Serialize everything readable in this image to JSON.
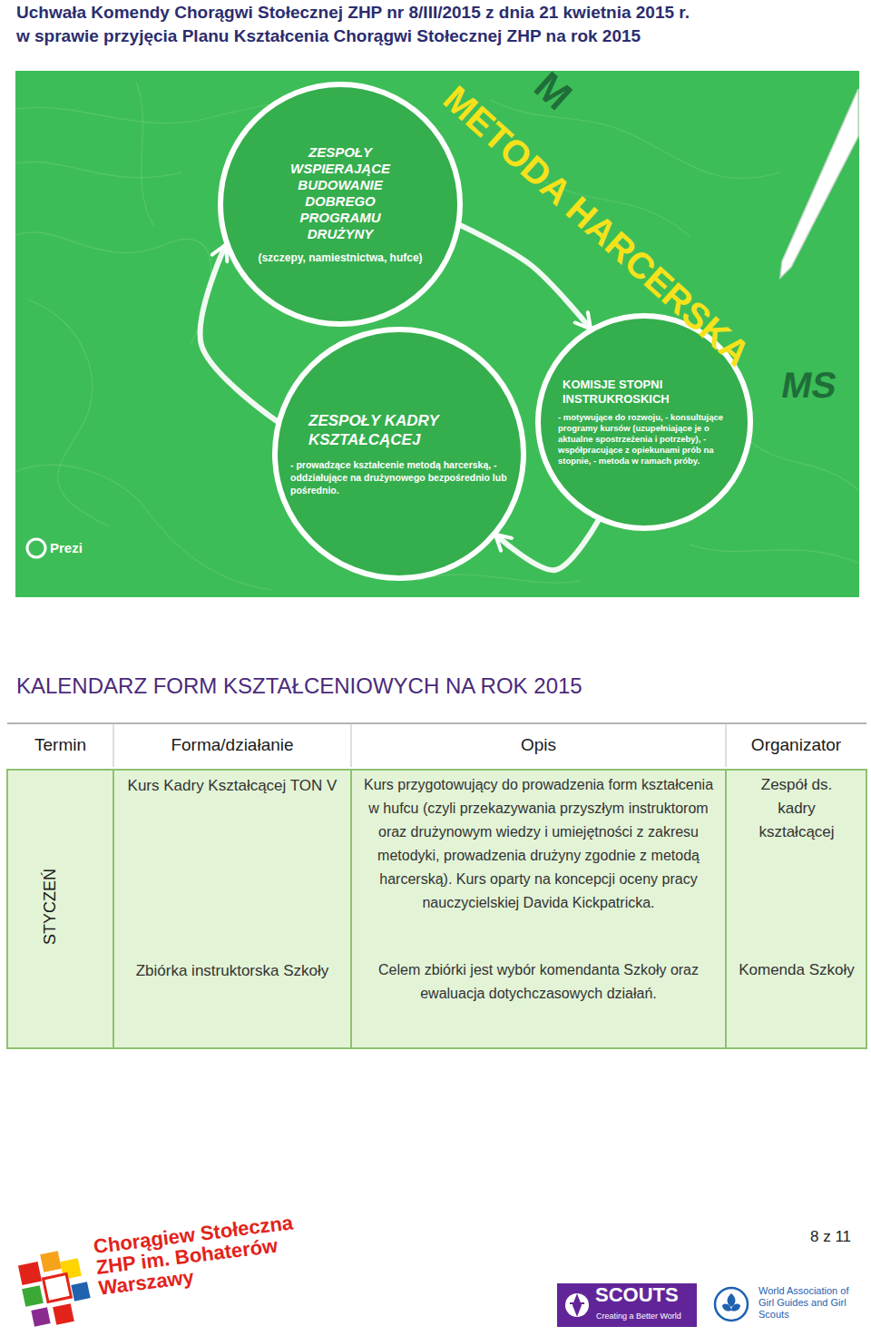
{
  "diagram": {
    "title": "KALENDARZ FORM KSZTAŁCENIOWYCH NA ROK 2015",
    "nodes": [
      {
        "text": [
          "ZESPOŁY WSPIERAJĄCE BUDOWANIE DOBREGO PROGRAMU DRUŻYNY",
          "(szczepy, namiestnictwa, hufce)"
        ]
      },
      {
        "text": [
          "ZESPOŁY KADRY KSZTAŁCĄCEJ",
          "- prowadzące kształcenie metodą harcerską, - oddziałujące na drużynowego bezpośrednio lub pośrednio."
        ]
      },
      {
        "text": [
          "KOMISJE STOPNI INSTRUKROSKICH",
          "- motywujące do rozwoju, - konsultujące programy kursów (uzupełniające je o aktualne spostrzeżenia i potrzeby), - współpracujące z opiekunami prób na stopnie, - metoda w ramach próby."
        ]
      }
    ],
    "edges": [
      {
        "from": 0,
        "to": 2,
        "arrow": "to"
      },
      {
        "from": 2,
        "to": 1,
        "arrow": "to"
      },
      {
        "from": 1,
        "to": 0,
        "arrow": "to"
      }
    ],
    "labels": [
      "Uchwała Komendy Chorągwi Stołecznej ZHP nr 8/III/2015 z dnia 21 kwietnia 2015 r.",
      "w sprawie przyjęcia Planu Kształcenia Chorągwi Stołecznej ZHP na rok 2015",
      "METODA HARCERSKA",
      "M",
      "MS",
      "Prezi",
      "Termin",
      "Forma/działanie",
      "Opis",
      "Organizator",
      "STYCZEŃ",
      "Kurs Kadry Kształcącej TON V",
      "Kurs przygotowujący do prowadzenia form kształcenia w hufcu (czyli przekazywania przyszłym instruktorom oraz drużynowym wiedzy i umiejętności z zakresu metodyki, prowadzenia drużyny zgodnie z metodą harcerską). Kurs oparty na koncepcji oceny pracy nauczycielskiej Davida Kickpatricka.",
      "Zespół ds. kadry kształcącej",
      "Zbiórka instruktorska Szkoły",
      "Celem zbiórki jest wybór komendanta Szkoły oraz ewaluacja dotychczasowych działań.",
      "Komenda Szkoły",
      "8 z 11",
      "Chorągiew Stołeczna ZHP im. Bohaterów Warszawy",
      "SCOUTS",
      "Creating a Better World",
      "World Association of Girl Guides and Girl Scouts"
    ]
  }
}
